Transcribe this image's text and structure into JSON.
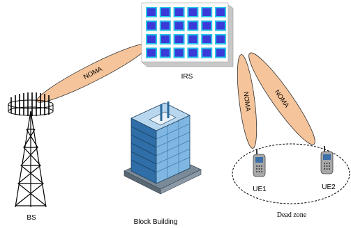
{
  "labels": {
    "irs": "IRS",
    "bs": "BS",
    "building": "Block Building",
    "dead_zone": "Dead zone",
    "ue1": "UE1",
    "ue2": "UE2"
  },
  "beams": {
    "bs_irs": "NOMA",
    "irs_ue1": "NOMA",
    "irs_ue2": "NOMA"
  },
  "colors": {
    "beam_fill": "#f5c49a",
    "irs_cell": "#3a3ad8",
    "irs_cell_border": "#26c6e8",
    "building_blue": "#4a90c8"
  }
}
